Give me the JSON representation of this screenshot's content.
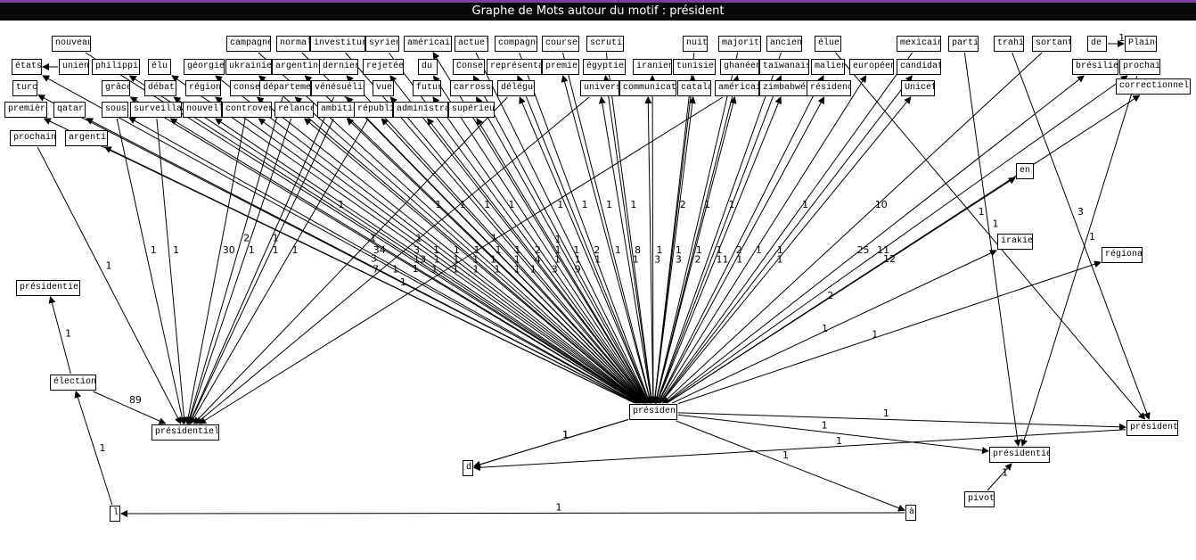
{
  "window": {
    "title": "Graphe de Mots autour du motif : président"
  },
  "graph": {
    "nodes": [
      {
        "id": "nouveau",
        "label": "nouveau"
      },
      {
        "id": "campagne",
        "label": "campagne"
      },
      {
        "id": "normal",
        "label": "normal"
      },
      {
        "id": "investiture",
        "label": "investiture"
      },
      {
        "id": "syrien",
        "label": "syrien"
      },
      {
        "id": "americain1",
        "label": "américain"
      },
      {
        "id": "actuel",
        "label": "actuel"
      },
      {
        "id": "compagne",
        "label": "compagne"
      },
      {
        "id": "course",
        "label": "course"
      },
      {
        "id": "scrutin",
        "label": "scrutin"
      },
      {
        "id": "nuit",
        "label": "nuit"
      },
      {
        "id": "majorite",
        "label": "majorité"
      },
      {
        "id": "ancien",
        "label": "ancien"
      },
      {
        "id": "elue",
        "label": "élue"
      },
      {
        "id": "mexicain",
        "label": "mexicain"
      },
      {
        "id": "parti",
        "label": "parti"
      },
      {
        "id": "trahi",
        "label": "trahi"
      },
      {
        "id": "sortant",
        "label": "sortant"
      },
      {
        "id": "de",
        "label": "de"
      },
      {
        "id": "plaine",
        "label": "Plaine"
      },
      {
        "id": "etats",
        "label": "états"
      },
      {
        "id": "unien",
        "label": "unien"
      },
      {
        "id": "philippin",
        "label": "philippin"
      },
      {
        "id": "elu",
        "label": "élu"
      },
      {
        "id": "georgien",
        "label": "géorgien"
      },
      {
        "id": "ukrainien",
        "label": "ukrainien"
      },
      {
        "id": "argentine",
        "label": "argentine"
      },
      {
        "id": "dernier",
        "label": "dernier"
      },
      {
        "id": "rejetee",
        "label": "rejetée"
      },
      {
        "id": "du",
        "label": "du"
      },
      {
        "id": "conseil1",
        "label": "Conseil"
      },
      {
        "id": "representati",
        "label": "représentati"
      },
      {
        "id": "premier",
        "label": "premier"
      },
      {
        "id": "egyptien",
        "label": "égyptien"
      },
      {
        "id": "iranien",
        "label": "iranien"
      },
      {
        "id": "tunisien",
        "label": "tunisien"
      },
      {
        "id": "ghaneen",
        "label": "ghanéen"
      },
      {
        "id": "taiwanaise",
        "label": "taïwanaise"
      },
      {
        "id": "malien",
        "label": "malien"
      },
      {
        "id": "europeen",
        "label": "européen"
      },
      {
        "id": "candidat",
        "label": "candidat"
      },
      {
        "id": "bresilien",
        "label": "brésilien"
      },
      {
        "id": "prochain",
        "label": "prochain"
      },
      {
        "id": "turc",
        "label": "turc"
      },
      {
        "id": "grace",
        "label": "grâce"
      },
      {
        "id": "debat",
        "label": "débat"
      },
      {
        "id": "region",
        "label": "région"
      },
      {
        "id": "conseil2",
        "label": "consei"
      },
      {
        "id": "departement",
        "label": "département"
      },
      {
        "id": "venezuelien",
        "label": "vénésuélien"
      },
      {
        "id": "vue",
        "label": "vue"
      },
      {
        "id": "futur",
        "label": "futur"
      },
      {
        "id": "carrosse",
        "label": "carrosse"
      },
      {
        "id": "delegue",
        "label": "délégué"
      },
      {
        "id": "universite",
        "label": "universi"
      },
      {
        "id": "communication",
        "label": "communication"
      },
      {
        "id": "catalan",
        "label": "catalan"
      },
      {
        "id": "americain2",
        "label": "américain"
      },
      {
        "id": "zimbabween",
        "label": "zimbabwéen"
      },
      {
        "id": "residence",
        "label": "résidence"
      },
      {
        "id": "unicef",
        "label": "Unicef"
      },
      {
        "id": "correctionnelle",
        "label": "correctionnelle"
      },
      {
        "id": "premiere",
        "label": "première"
      },
      {
        "id": "qatari",
        "label": "qatari"
      },
      {
        "id": "sous",
        "label": "sous"
      },
      {
        "id": "surveillance",
        "label": "surveillance"
      },
      {
        "id": "nouvelle",
        "label": "nouvelle"
      },
      {
        "id": "controverse",
        "label": "controversé"
      },
      {
        "id": "relance",
        "label": "relance"
      },
      {
        "id": "ambition",
        "label": "ambition"
      },
      {
        "id": "republique",
        "label": "républic"
      },
      {
        "id": "administration",
        "label": "administration"
      },
      {
        "id": "superieur",
        "label": "supérieur"
      },
      {
        "id": "prochaine",
        "label": "prochaine"
      },
      {
        "id": "argentin",
        "label": "argentin"
      },
      {
        "id": "en",
        "label": "en"
      },
      {
        "id": "irakien",
        "label": "irakien"
      },
      {
        "id": "regional",
        "label": "régional"
      },
      {
        "id": "presidentiell",
        "label": "présidentiell"
      },
      {
        "id": "election",
        "label": "élection"
      },
      {
        "id": "presidentielle",
        "label": "présidentielle"
      },
      {
        "id": "president",
        "label": "président"
      },
      {
        "id": "presidente",
        "label": "présidente"
      },
      {
        "id": "presidentiel",
        "label": "présidentiel"
      },
      {
        "id": "pivot",
        "label": "pivot"
      },
      {
        "id": "d",
        "label": "d"
      },
      {
        "id": "a",
        "label": "à"
      },
      {
        "id": "l",
        "label": "l"
      }
    ],
    "edges": [
      {
        "from": "election",
        "to": "presidentielle",
        "weight": "89"
      },
      {
        "from": "election",
        "to": "presidentiell",
        "weight": "1"
      },
      {
        "from": "l",
        "to": "election",
        "weight": "1"
      },
      {
        "from": "a",
        "to": "l",
        "weight": "1"
      },
      {
        "from": "president",
        "to": "a",
        "weight": "1"
      },
      {
        "from": "presidente",
        "to": "d",
        "weight": "1"
      },
      {
        "from": "president",
        "to": "d",
        "weight": "1"
      },
      {
        "from": "president",
        "to": "presidentiel",
        "weight": "1"
      },
      {
        "from": "pivot",
        "to": "presidentiel",
        "weight": "1"
      },
      {
        "from": "prochaine",
        "to": "presidentielle",
        "weight": "1"
      },
      {
        "from": "sous",
        "to": "presidentielle",
        "weight": "1"
      },
      {
        "from": "controverse",
        "to": "presidentielle",
        "weight": "30"
      },
      {
        "from": "surveillance",
        "to": "presidentielle",
        "weight": "1"
      },
      {
        "from": "relance",
        "to": "presidentielle",
        "weight": "1"
      },
      {
        "from": "ambition",
        "to": "presidentielle",
        "weight": "1"
      },
      {
        "from": "republique",
        "to": "presidentielle",
        "weight": "1"
      },
      {
        "from": "delegue",
        "to": "presidentielle",
        "weight": "1"
      },
      {
        "from": "universite",
        "to": "presidentielle",
        "weight": "1"
      },
      {
        "from": "americain2",
        "to": "presidentielle",
        "weight": "1"
      },
      {
        "from": "departement",
        "to": "presidentielle",
        "weight": "2"
      },
      {
        "from": "venezuelien",
        "to": "presidentielle",
        "weight": "1"
      },
      {
        "from": "president",
        "to": "etats",
        "weight": "34"
      },
      {
        "from": "president",
        "to": "turc",
        "weight": "3"
      },
      {
        "from": "president",
        "to": "premiere",
        "weight": "7"
      },
      {
        "from": "president",
        "to": "qatari",
        "weight": "1"
      },
      {
        "from": "president",
        "to": "argentin",
        "weight": "1"
      },
      {
        "from": "president",
        "to": "philippin",
        "weight": "3"
      },
      {
        "from": "president",
        "to": "grace",
        "weight": "13"
      },
      {
        "from": "president",
        "to": "debat",
        "weight": "1"
      },
      {
        "from": "president",
        "to": "elu",
        "weight": "1"
      },
      {
        "from": "president",
        "to": "region",
        "weight": "1"
      },
      {
        "from": "president",
        "to": "georgien",
        "weight": "1"
      },
      {
        "from": "president",
        "to": "ukrainien",
        "weight": "1"
      },
      {
        "from": "president",
        "to": "conseil2",
        "weight": "1"
      },
      {
        "from": "president",
        "to": "argentine",
        "weight": "1"
      },
      {
        "from": "president",
        "to": "dernier",
        "weight": "1"
      },
      {
        "from": "president",
        "to": "departement",
        "weight": "1"
      },
      {
        "from": "president",
        "to": "nouvelle",
        "weight": "1"
      },
      {
        "from": "president",
        "to": "venezuelien",
        "weight": "1"
      },
      {
        "from": "president",
        "to": "vue",
        "weight": "4"
      },
      {
        "from": "president",
        "to": "rejetee",
        "weight": "2"
      },
      {
        "from": "president",
        "to": "du",
        "weight": "1"
      },
      {
        "from": "president",
        "to": "futur",
        "weight": "1"
      },
      {
        "from": "president",
        "to": "carrosse",
        "weight": "1"
      },
      {
        "from": "president",
        "to": "conseil1",
        "weight": "1"
      },
      {
        "from": "president",
        "to": "administration",
        "weight": "3"
      },
      {
        "from": "president",
        "to": "superieur",
        "weight": "9"
      },
      {
        "from": "president",
        "to": "americain1",
        "weight": "1"
      },
      {
        "from": "president",
        "to": "premier",
        "weight": "1"
      },
      {
        "from": "president",
        "to": "egyptien",
        "weight": "8"
      },
      {
        "from": "president",
        "to": "representati",
        "weight": "2"
      },
      {
        "from": "president",
        "to": "iranien",
        "weight": "1"
      },
      {
        "from": "president",
        "to": "tunisien",
        "weight": "1"
      },
      {
        "from": "president",
        "to": "communication",
        "weight": "3"
      },
      {
        "from": "president",
        "to": "catalan",
        "weight": "3"
      },
      {
        "from": "president",
        "to": "ghaneen",
        "weight": "1"
      },
      {
        "from": "president",
        "to": "taiwanaise",
        "weight": "1"
      },
      {
        "from": "president",
        "to": "zimbabween",
        "weight": "11"
      },
      {
        "from": "president",
        "to": "residence",
        "weight": "1"
      },
      {
        "from": "president",
        "to": "malien",
        "weight": "2"
      },
      {
        "from": "president",
        "to": "unicef",
        "weight": "1"
      },
      {
        "from": "president",
        "to": "bresilien",
        "weight": "25"
      },
      {
        "from": "president",
        "to": "prochain",
        "weight": "11"
      },
      {
        "from": "president",
        "to": "correctionnelle",
        "weight": "12"
      },
      {
        "from": "president",
        "to": "en",
        "weight": "2"
      },
      {
        "from": "president",
        "to": "irakien",
        "weight": "1"
      },
      {
        "from": "president",
        "to": "regional",
        "weight": "1"
      },
      {
        "from": "nouveau",
        "to": "president",
        "weight": "1"
      },
      {
        "from": "unien",
        "to": "etats",
        "weight": ""
      },
      {
        "from": "campagne",
        "to": "president",
        "weight": "1"
      },
      {
        "from": "normal",
        "to": "president",
        "weight": "1"
      },
      {
        "from": "investiture",
        "to": "president",
        "weight": "1"
      },
      {
        "from": "syrien",
        "to": "president",
        "weight": "1"
      },
      {
        "from": "actuel",
        "to": "president",
        "weight": "1"
      },
      {
        "from": "compagne",
        "to": "president",
        "weight": "1"
      },
      {
        "from": "course",
        "to": "president",
        "weight": "1"
      },
      {
        "from": "scrutin",
        "to": "president",
        "weight": "1"
      },
      {
        "from": "nuit",
        "to": "president",
        "weight": "2"
      },
      {
        "from": "majorite",
        "to": "president",
        "weight": "1"
      },
      {
        "from": "ancien",
        "to": "president",
        "weight": "1"
      },
      {
        "from": "elue",
        "to": "presidente",
        "weight": "1"
      },
      {
        "from": "mexicain",
        "to": "president",
        "weight": "1"
      },
      {
        "from": "parti",
        "to": "presidentiel",
        "weight": "1"
      },
      {
        "from": "trahi",
        "to": "presidente",
        "weight": "3"
      },
      {
        "from": "sortant",
        "to": "president",
        "weight": "10"
      },
      {
        "from": "de",
        "to": "plaine",
        "weight": "1"
      },
      {
        "from": "prochain",
        "to": "presidentiel",
        "weight": "1"
      },
      {
        "from": "president",
        "to": "europeen",
        "weight": "1"
      },
      {
        "from": "president",
        "to": "candidat",
        "weight": "1"
      },
      {
        "from": "president",
        "to": "presidente",
        "weight": "1"
      },
      {
        "from": "president",
        "to": "d",
        "weight": "1"
      },
      {
        "from": "president",
        "to": "americain2",
        "weight": "2"
      },
      {
        "from": "president",
        "to": "universite",
        "weight": "1"
      },
      {
        "from": "president",
        "to": "delegue",
        "weight": "1"
      },
      {
        "from": "president",
        "to": "republique",
        "weight": "1"
      },
      {
        "from": "president",
        "to": "ambition",
        "weight": "1"
      },
      {
        "from": "president",
        "to": "relance",
        "weight": "1"
      },
      {
        "from": "president",
        "to": "controverse",
        "weight": "1"
      },
      {
        "from": "president",
        "to": "surveillance",
        "weight": "1"
      },
      {
        "from": "president",
        "to": "sous",
        "weight": "1"
      }
    ]
  }
}
